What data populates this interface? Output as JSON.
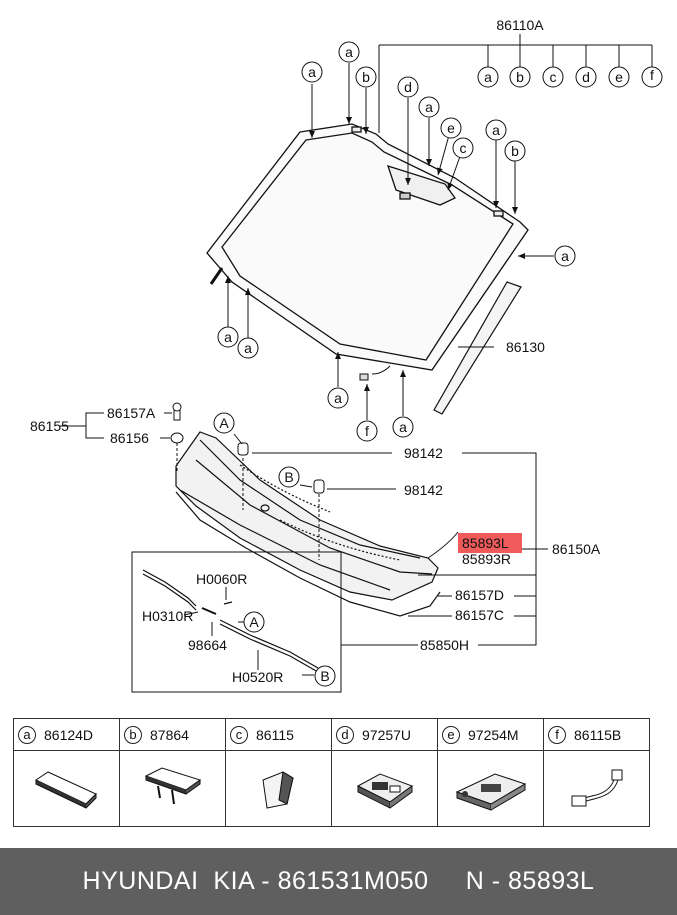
{
  "assembly": {
    "label": "86110A",
    "sub_letters": [
      "a",
      "b",
      "c",
      "d",
      "e",
      "f"
    ]
  },
  "callouts": {
    "windshield": [
      {
        "letter": "a"
      },
      {
        "letter": "a"
      },
      {
        "letter": "b"
      },
      {
        "letter": "d"
      },
      {
        "letter": "a"
      },
      {
        "letter": "e"
      },
      {
        "letter": "c"
      },
      {
        "letter": "a"
      },
      {
        "letter": "b"
      },
      {
        "letter": "a"
      },
      {
        "letter": "a"
      },
      {
        "letter": "a"
      },
      {
        "letter": "a"
      },
      {
        "letter": "f"
      },
      {
        "letter": "a"
      }
    ],
    "view_a": "A",
    "view_b": "B"
  },
  "labels": {
    "p86130": "86130",
    "p86155": "86155",
    "p86157a": "86157A",
    "p86156": "86156",
    "p98142_top": "98142",
    "p98142_mid": "98142",
    "p85893l": "85893L",
    "p85893r": "85893R",
    "p86150a": "86150A",
    "p86157d": "86157D",
    "p86157c": "86157C",
    "p85850h": "85850H",
    "h0060r": "H0060R",
    "h0310r": "H0310R",
    "p98664": "98664",
    "h0520r": "H0520R",
    "inset_a": "A",
    "inset_b": "B"
  },
  "highlight_color": "#ef5b5b",
  "legend": [
    {
      "letter": "a",
      "part": "86124D",
      "icon": "pad-icon"
    },
    {
      "letter": "b",
      "part": "87864",
      "icon": "clip-icon"
    },
    {
      "letter": "c",
      "part": "86115",
      "icon": "cap-icon"
    },
    {
      "letter": "d",
      "part": "97257U",
      "icon": "sensor-bracket-icon"
    },
    {
      "letter": "e",
      "part": "97254M",
      "icon": "camera-bracket-icon"
    },
    {
      "letter": "f",
      "part": "86115B",
      "icon": "wire-harness-icon"
    }
  ],
  "footer": {
    "text": "HYUNDAI  KIA - 861531M050     N - 85893L"
  }
}
